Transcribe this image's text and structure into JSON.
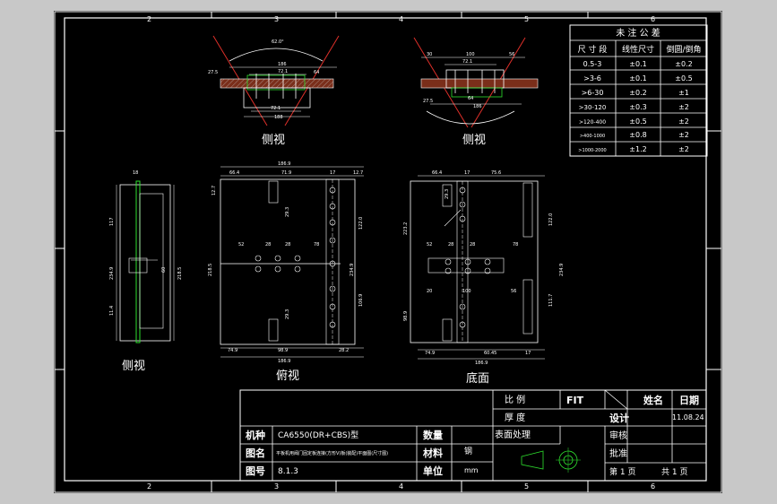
{
  "border": {
    "top_zones": [
      "2",
      "3",
      "4",
      "5",
      "6"
    ],
    "bottom_zones": [
      "2",
      "3",
      "4",
      "5",
      "6"
    ]
  },
  "tolerance_table": {
    "title": "未 注 公 差",
    "headers": [
      "尺 寸 段",
      "线性尺寸",
      "倒圆/倒角"
    ],
    "rows": [
      [
        "0.5-3",
        "±0.1",
        "±0.2"
      ],
      [
        ">3-6",
        "±0.1",
        "±0.5"
      ],
      [
        ">6-30",
        "±0.2",
        "±1"
      ],
      [
        ">30-120",
        "±0.3",
        "±2"
      ],
      [
        ">120-400",
        "±0.5",
        "±2"
      ],
      [
        ">400-1000",
        "±0.8",
        "±2"
      ],
      [
        ">1000-2000",
        "±1.2",
        "±2"
      ]
    ]
  },
  "views": {
    "side_left_top": "侧视",
    "side_right_top": "侧视",
    "side_left": "侧视",
    "top": "俯视",
    "bottom": "底面"
  },
  "dims": {
    "angle": "62.0°",
    "d186": "186",
    "d188": "188",
    "d72": "72.1",
    "d64": "64",
    "d275": "27.5",
    "d100": "100",
    "d30": "30",
    "d56": "56",
    "d20": "20",
    "d52": "52",
    "d28": "28",
    "d78": "78",
    "d664": "66.4",
    "d17": "17",
    "d719": "71.9",
    "d127": "12.7",
    "d749": "74.9",
    "d989": "98.9",
    "d282": "28.2",
    "d756": "75.6",
    "d1869": "186.9",
    "d1220": "122.0",
    "d2185": "218.5",
    "d2349": "234.9",
    "d1869b": "186.9",
    "d1069": "106.9",
    "d18": "18",
    "d293": "29.3",
    "d114": "11.4",
    "d117": "117",
    "d60": "60",
    "d2232": "223.2",
    "d6045": "60.45",
    "d1117": "111.7"
  },
  "title_block": {
    "scale_label": "比 例",
    "scale_value": "FIT",
    "thickness_label": "厚 度",
    "surface_label": "表面处理",
    "name_label": "姓名",
    "date_label": "日期",
    "design_label": "设计",
    "date_value": "11.08.24",
    "review_label": "审核",
    "approve_label": "批准",
    "machine_label": "机种",
    "machine_value": "CA6550(DR+CBS)型",
    "qty_label": "数量",
    "drawing_name_label": "图名",
    "drawing_name_value": "平板机用阀门固定板连接(方形V)板(装配)平面图(尺寸图)",
    "material_label": "材料",
    "material_value": "钢",
    "drawing_no_label": "图号",
    "drawing_no_value": "8.1.3",
    "unit_label": "单位",
    "unit_value": "mm",
    "page_value": "第 1 页",
    "total_value": "共 1 页"
  }
}
